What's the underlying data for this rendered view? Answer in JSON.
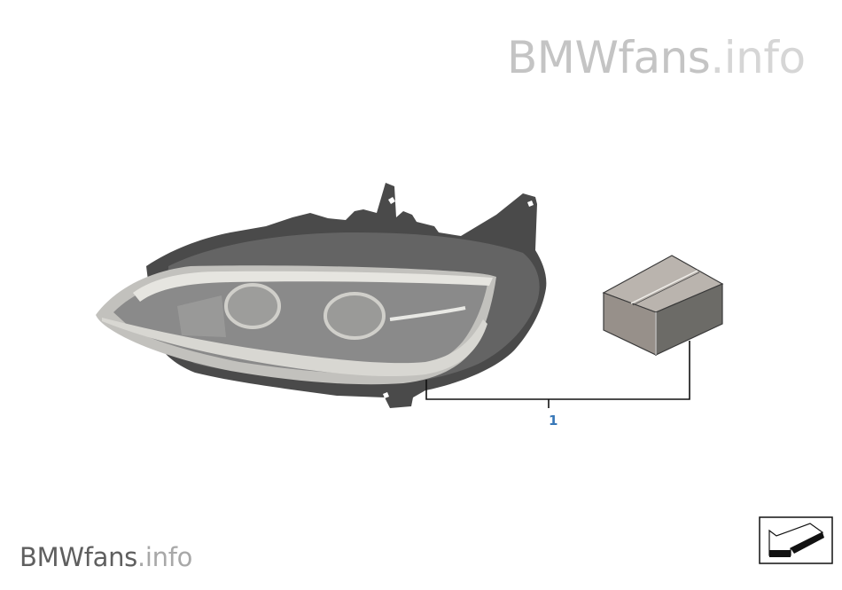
{
  "watermark_top": {
    "brand": "BMWfans",
    "suffix": ".info"
  },
  "watermark_bottom": {
    "brand": "BMWfans",
    "suffix": ".info"
  },
  "diagram": {
    "parts": [
      {
        "id": "headlight",
        "description": "LED headlight assembly, left"
      },
      {
        "id": "kit-box",
        "description": "parts kit / box"
      }
    ],
    "callouts": [
      {
        "number": "1",
        "color": "#3878b8"
      }
    ]
  },
  "navigation": {
    "icon": "back-arrow-icon"
  }
}
